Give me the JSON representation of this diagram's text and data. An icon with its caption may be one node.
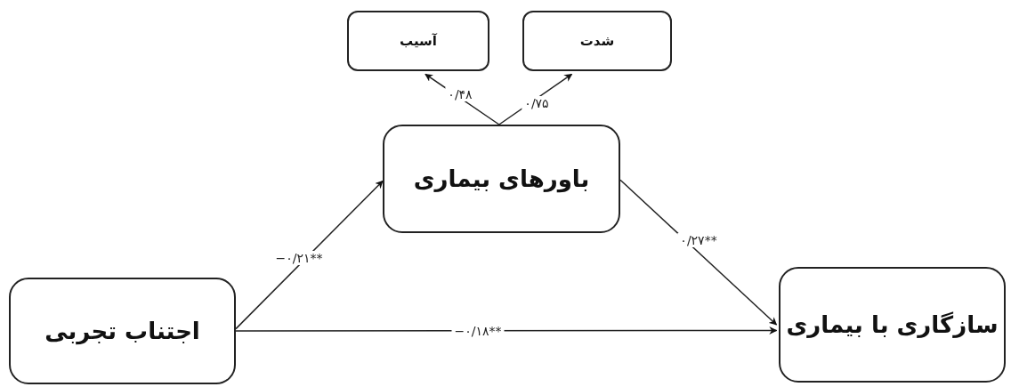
{
  "diagram": {
    "nodes": [
      {
        "text": [
          "باورهای بیماری"
        ]
      },
      {
        "text": [
          "آسیب"
        ]
      },
      {
        "text": [
          "شدت"
        ]
      },
      {
        "text": [
          "اجتناب تجربی"
        ]
      },
      {
        "text": [
          "سازگاری با بیماری"
        ]
      }
    ],
    "edges": [
      {
        "from": 0,
        "to": 1,
        "arrow": "to",
        "label": "۰/۴۸"
      },
      {
        "from": 0,
        "to": 2,
        "arrow": "to",
        "label": "۰/۷۵"
      },
      {
        "from": 3,
        "to": 0,
        "arrow": "to",
        "label": "−۰/۲۱**"
      },
      {
        "from": 0,
        "to": 4,
        "arrow": "to",
        "label": "۰/۲۷**"
      },
      {
        "from": 3,
        "to": 4,
        "arrow": "to",
        "label": "−۰/۱۸**"
      }
    ]
  }
}
